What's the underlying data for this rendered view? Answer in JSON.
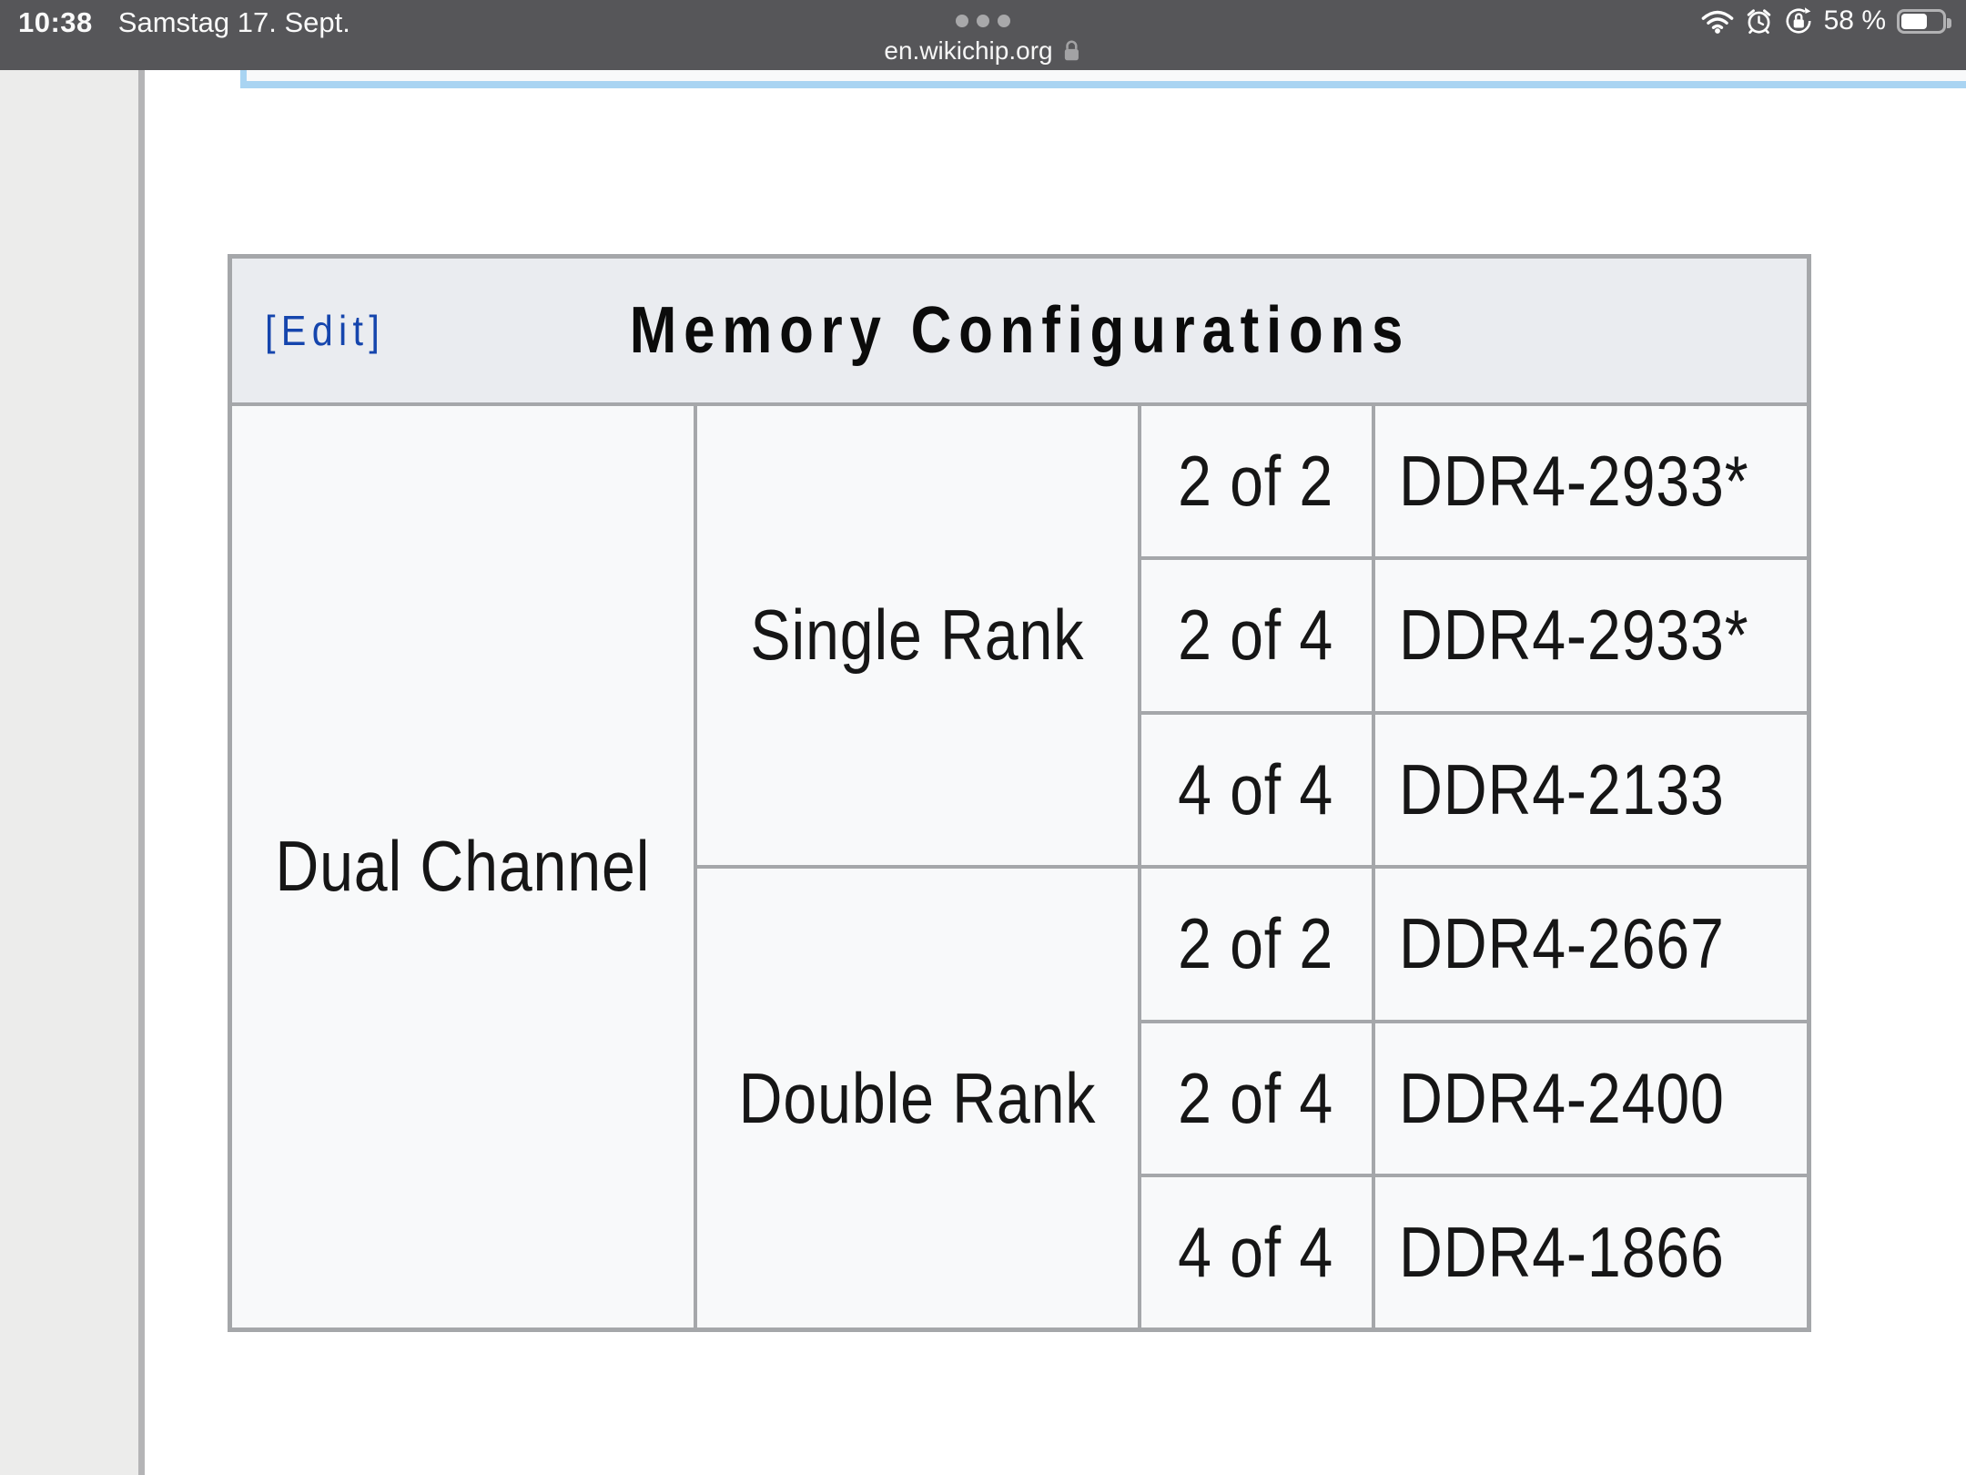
{
  "status_bar": {
    "time": "10:38",
    "date": "Samstag 17. Sept.",
    "url": "en.wikichip.org",
    "battery_label": "58 %",
    "battery_level_percent": 58,
    "icons": {
      "page_menu": "ellipsis-icon",
      "tls_lock": "lock-icon",
      "network": "wifi-icon",
      "alarm": "alarm-clock-icon",
      "rotation_lock": "rotation-lock-icon",
      "battery": "battery-icon"
    }
  },
  "memory_table": {
    "edit_label": "[Edit]",
    "title": "Memory Configurations",
    "channel_label": "Dual Channel",
    "groups": [
      {
        "label": "Single Rank",
        "rows": [
          {
            "slots": "2 of 2",
            "speed": "DDR4-2933*"
          },
          {
            "slots": "2 of 4",
            "speed": "DDR4-2933*"
          },
          {
            "slots": "4 of 4",
            "speed": "DDR4-2133"
          }
        ]
      },
      {
        "label": "Double Rank",
        "rows": [
          {
            "slots": "2 of 2",
            "speed": "DDR4-2667"
          },
          {
            "slots": "2 of 4",
            "speed": "DDR4-2400"
          },
          {
            "slots": "4 of 4",
            "speed": "DDR4-1866"
          }
        ]
      }
    ]
  },
  "colors": {
    "status_bar_bg": "#565659",
    "link_blue": "#1545ad",
    "table_border": "#a5a7aa",
    "header_bg": "#eaecf0",
    "cell_bg": "#f8f9fa",
    "rail_gray": "#ececeb",
    "divider_gray": "#b4b4b6",
    "infobox_blue": "#a9d4f2"
  }
}
